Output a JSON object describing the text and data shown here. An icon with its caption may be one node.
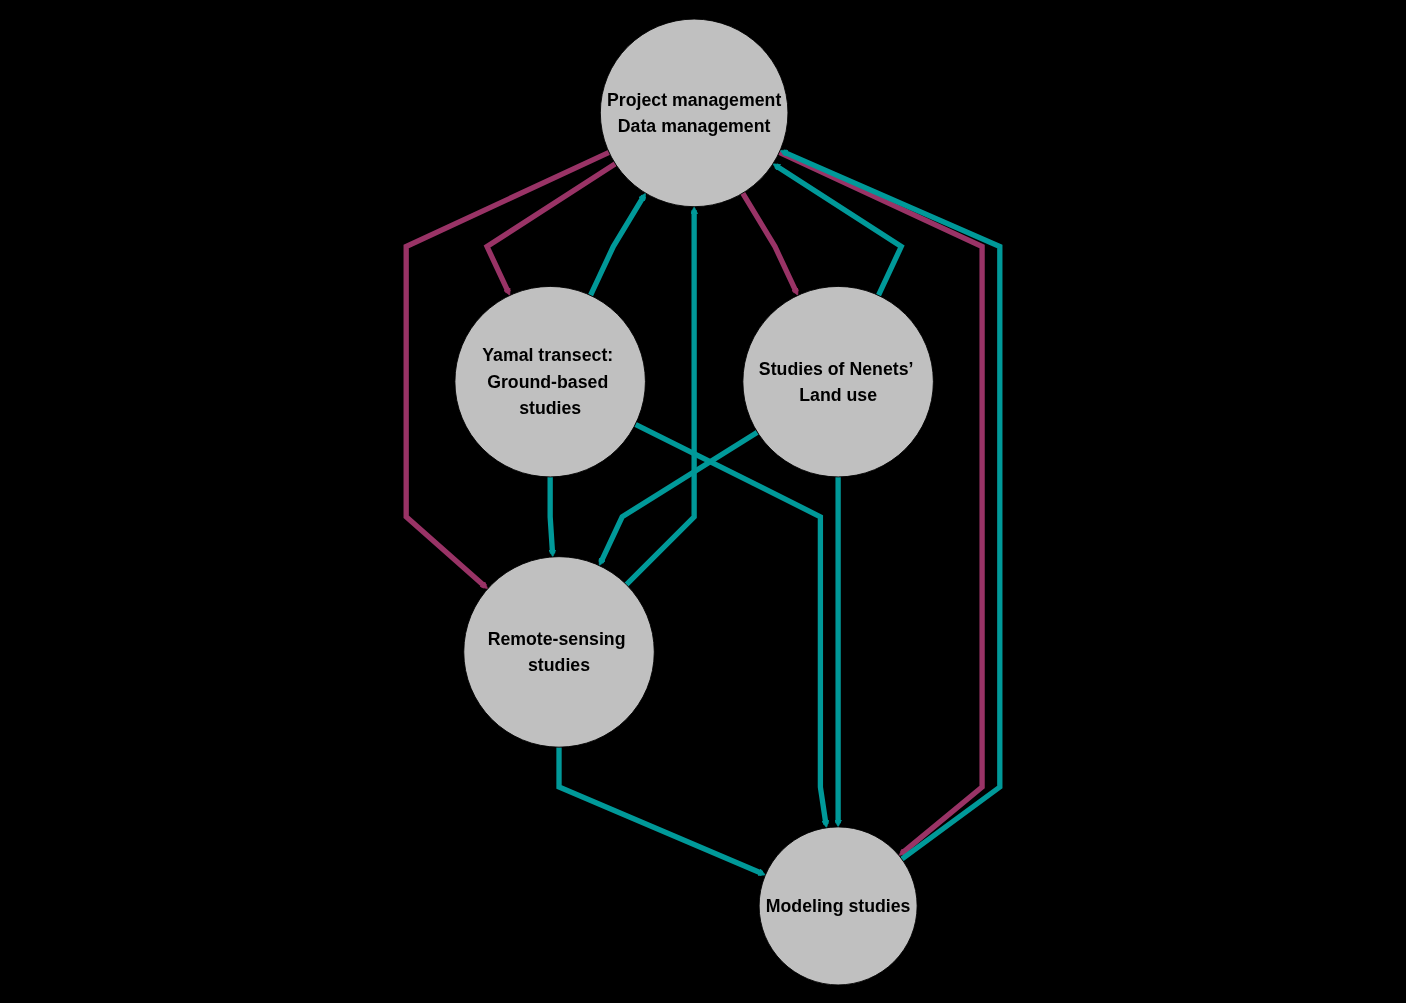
{
  "diagram": {
    "nodes": [
      {
        "text": [
          "Project management",
          "Data management"
        ]
      },
      {
        "text": [
          "Yamal transect: Ground-based studies"
        ]
      },
      {
        "text": [
          "Remote-sensing studies"
        ]
      },
      {
        "text": [
          "Studies of Nenets’ Land use"
        ]
      },
      {
        "text": [
          "Modeling studies"
        ]
      }
    ],
    "edges": [
      {
        "from": 1,
        "to": 0,
        "arrow": "to"
      },
      {
        "from": 0,
        "to": 1,
        "arrow": "to",
        "color": "#993366"
      },
      {
        "from": 0,
        "to": 2,
        "arrow": "to",
        "color": "#993366"
      },
      {
        "from": 2,
        "to": 0,
        "arrow": "to"
      },
      {
        "from": 0,
        "to": 3,
        "arrow": "to",
        "color": "#993366"
      },
      {
        "from": 3,
        "to": 0,
        "arrow": "to"
      },
      {
        "from": 1,
        "to": 2,
        "arrow": "to"
      },
      {
        "from": 3,
        "to": 2,
        "arrow": "to"
      },
      {
        "from": 2,
        "to": 4,
        "arrow": "to"
      },
      {
        "from": 1,
        "to": 4,
        "arrow": "to"
      },
      {
        "from": 3,
        "to": 4,
        "arrow": "to"
      },
      {
        "from": 0,
        "to": 4,
        "arrow": "to",
        "color": "#993366"
      },
      {
        "from": 4,
        "to": 0,
        "arrow": "to"
      }
    ]
  }
}
